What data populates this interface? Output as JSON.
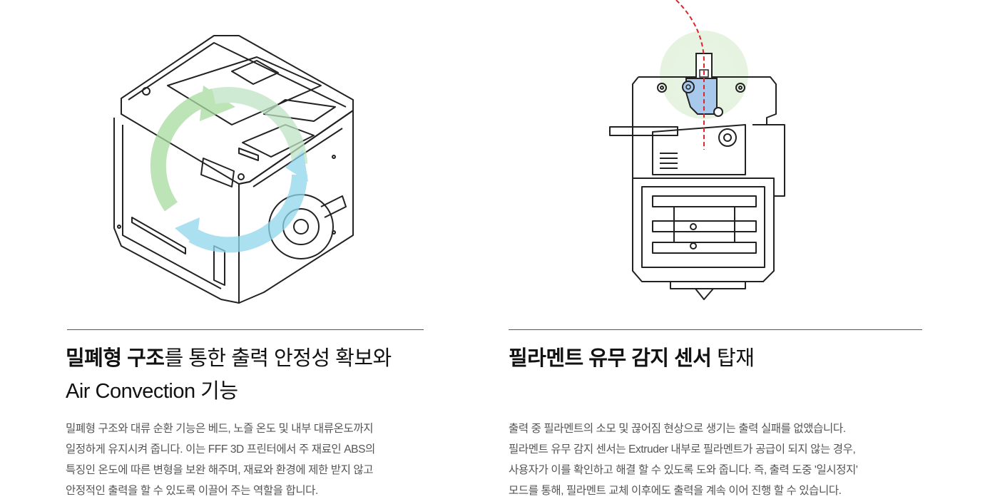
{
  "left": {
    "heading_bold_1": "밀폐형 구조",
    "heading_rest_1": "를 통한 출력 안정성 확보와",
    "heading_line_2": "Air Convection 기능",
    "body_lines": [
      "밀폐형 구조와 대류 순환 기능은 베드, 노즐 온도 및 내부 대류온도까지",
      "일정하게 유지시켜 줍니다. 이는 FFF 3D 프린터에서 주 재료인 ABS의",
      "특징인 온도에 따른 변형을 보완 해주며, 재료와 환경에 제한 받지 않고",
      "안정적인 출력을 할 수 있도록 이끌어 주는 역할을 합니다."
    ]
  },
  "right": {
    "heading_bold": "필라멘트 유무 감지 센서",
    "heading_rest": " 탑재",
    "body_lines": [
      "출력 중 필라멘트의 소모 및 끊어짐 현상으로 생기는 출력 실패를 없앴습니다.",
      "필라멘트 유무 감지 센서는 Extruder 내부로 필라멘트가 공급이 되지 않는 경우,",
      "사용자가 이를 확인하고 해결 할 수 있도록 도와 줍니다. 즉, 출력 도중 '일시정지'",
      "모드를 통해, 필라멘트 교체 이후에도 출력을 계속 이어 진행 할 수 있습니다."
    ]
  },
  "colors": {
    "heading": "#111111",
    "body": "#555555",
    "divider": "#555555",
    "arrow_green": "#a8dba0",
    "arrow_blue": "#8fd6ec",
    "sensor_blue": "#a9c9ec",
    "sensor_glow": "#dff0d8",
    "filament_path": "#e0242b"
  }
}
